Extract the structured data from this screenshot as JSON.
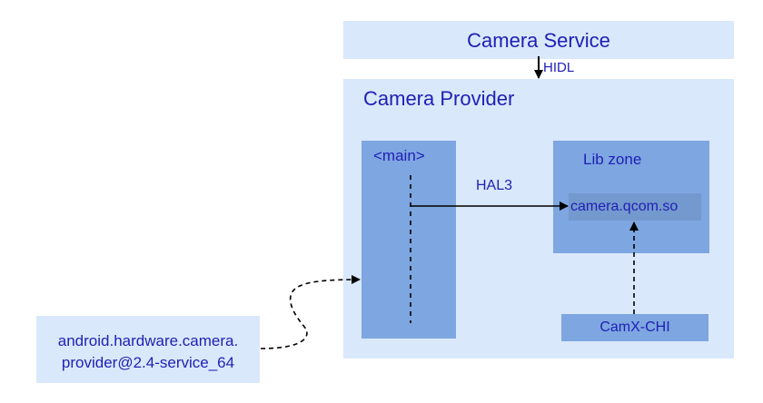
{
  "camera_service": {
    "label": "Camera Service"
  },
  "hidl_label": "HIDL",
  "camera_provider": {
    "label": "Camera Provider"
  },
  "main_block": {
    "label": "<main>"
  },
  "lib_zone": {
    "label": "Lib zone"
  },
  "camera_so": {
    "label": "camera.qcom.so"
  },
  "hal3_label": "HAL3",
  "camx_chi": {
    "label": "CamX-CHI"
  },
  "provider_process": {
    "line1": "android.hardware.camera.",
    "line2": "provider@2.4-service_64"
  },
  "colors": {
    "light_fill": "#dae8fc",
    "mid_fill": "#7ea6e0",
    "text": "#1f1fb4",
    "arrow": "#000000"
  }
}
